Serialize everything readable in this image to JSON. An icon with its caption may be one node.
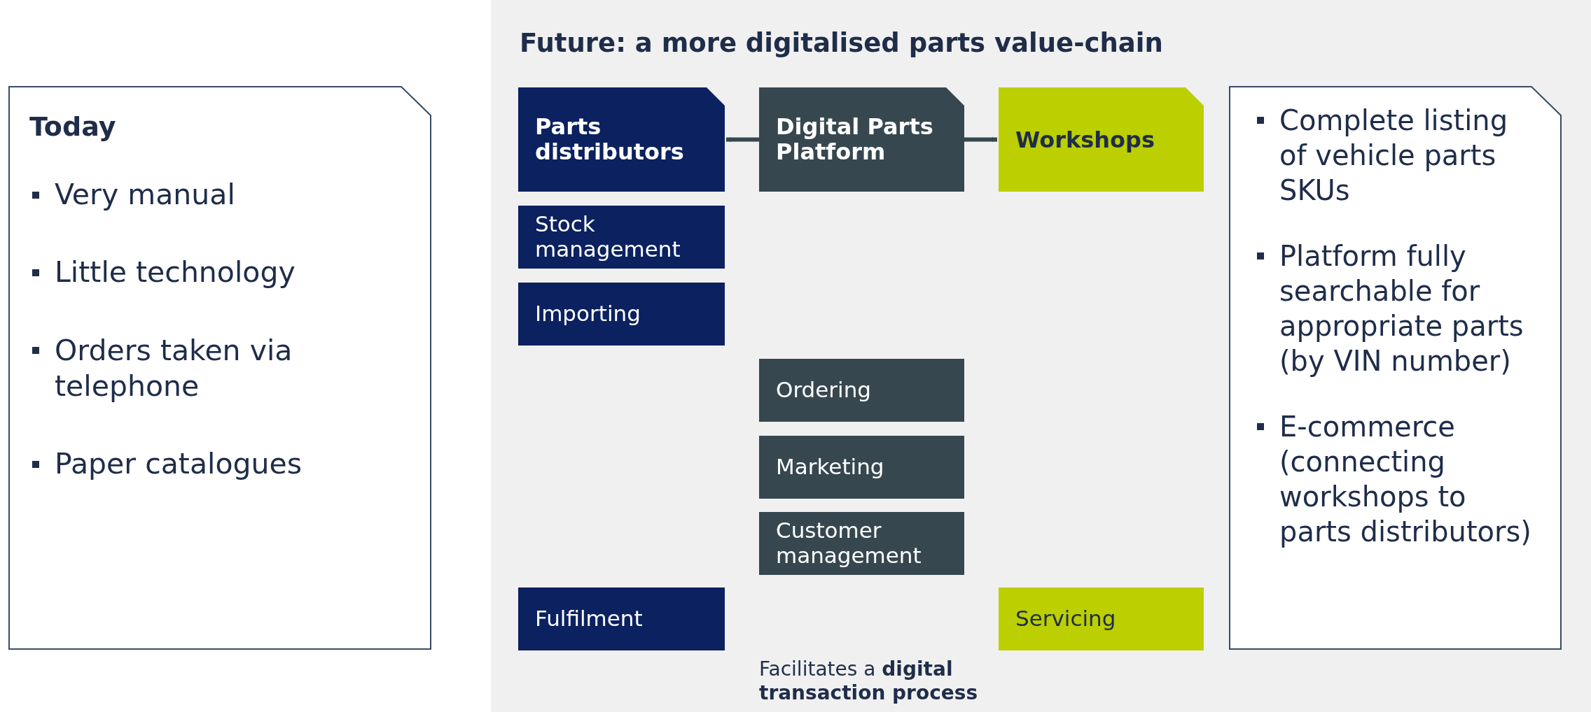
{
  "diagram": {
    "title": "Future: a more digitalised parts value-chain",
    "nodes": [
      {
        "text": [
          "Today",
          "Very manual",
          "Little technology",
          "Orders taken via telephone",
          "Paper catalogues"
        ]
      },
      {
        "text": [],
        "shape": "box"
      },
      {
        "text": [
          "Parts distributors"
        ],
        "in": 1
      },
      {
        "text": [
          "Digital Parts Platform"
        ],
        "in": 1
      },
      {
        "text": [
          "Workshops"
        ],
        "in": 1
      },
      {
        "text": [
          "Stock management"
        ],
        "in": 1
      },
      {
        "text": [
          "Importing"
        ],
        "in": 1
      },
      {
        "text": [
          "Ordering"
        ],
        "in": 1
      },
      {
        "text": [
          "Marketing"
        ],
        "in": 1
      },
      {
        "text": [
          "Customer management"
        ],
        "in": 1
      },
      {
        "text": [
          "Fulfilment"
        ],
        "in": 1
      },
      {
        "text": [
          "Servicing"
        ],
        "in": 1
      },
      {
        "text": [
          "Complete listing of vehicle parts SKUs",
          "Platform fully searchable for appropriate parts (by VIN number)",
          "E-commerce (connecting workshops to parts distributors)"
        ],
        "in": 1
      }
    ],
    "edges": [
      {
        "from": 3,
        "to": 2,
        "arrow": "to"
      },
      {
        "from": 3,
        "to": 4,
        "arrow": "to"
      }
    ],
    "labels": [
      "Facilitates a **digital transaction process**"
    ]
  }
}
